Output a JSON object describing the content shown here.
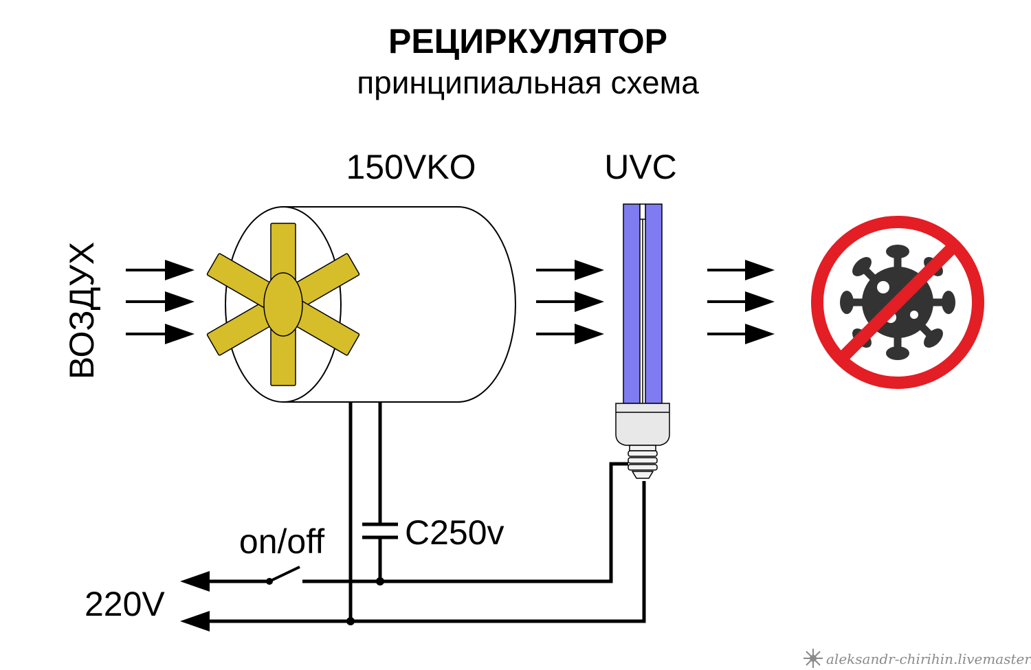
{
  "diagram": {
    "title": "РЕЦИРКУЛЯТОР",
    "subtitle": "принципиальная схема",
    "air_label": "ВОЗДУХ",
    "fan_label": "150VKO",
    "lamp_label": "UVC",
    "switch_label": "on/off",
    "capacitor_label": "C250v",
    "supply_label": "220V",
    "watermark": "aleksandr-chirihin.livemaster.ru"
  },
  "colors": {
    "line": "#000000",
    "impeller": "#d6bd2a",
    "lamp_tube": "#7e7cf0",
    "prohibition": "#e31e24",
    "virus": "#333333",
    "watermark": "#8a8a8a"
  }
}
